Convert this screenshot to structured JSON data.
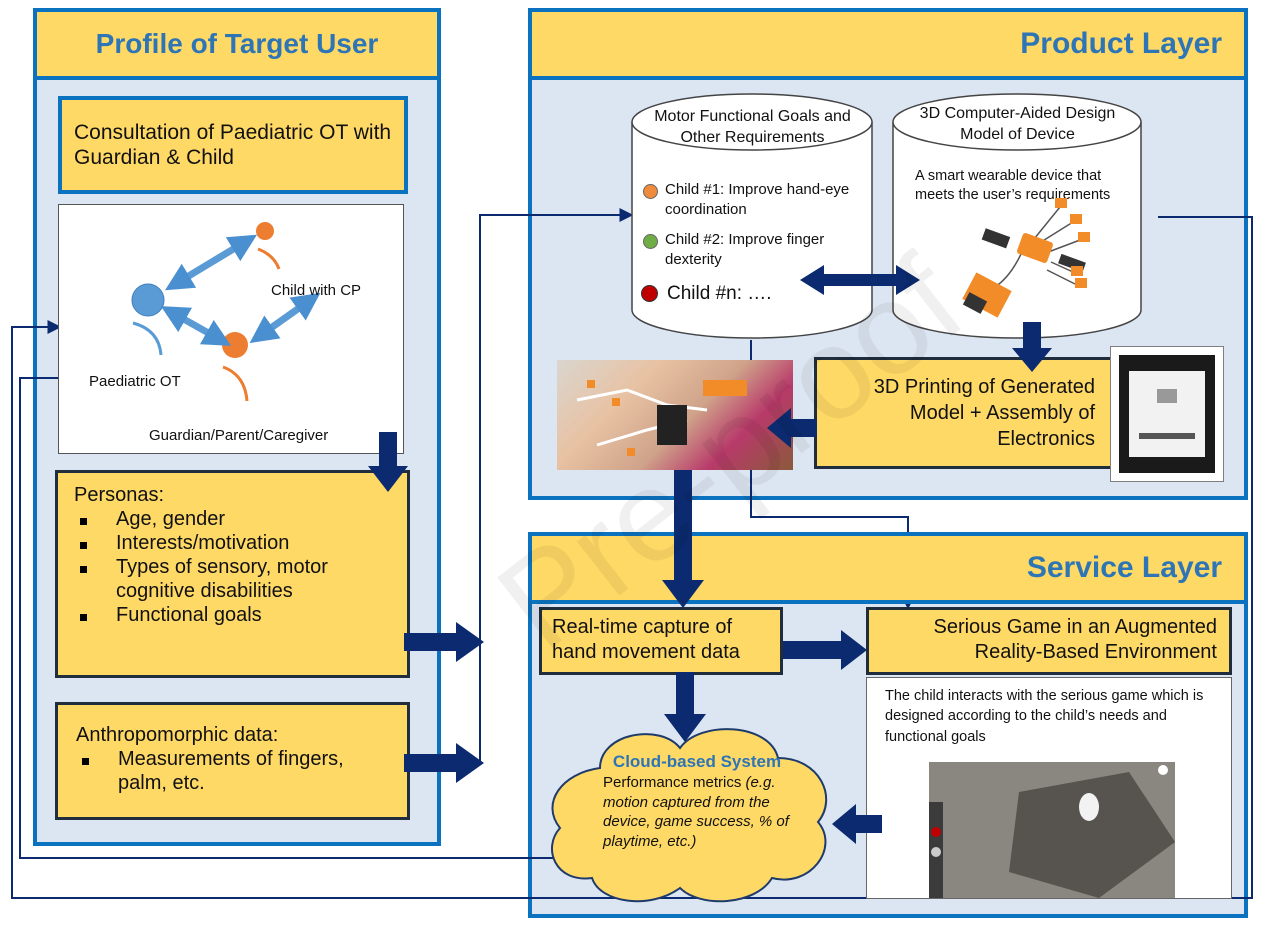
{
  "profile": {
    "header": "Profile of Target User",
    "consultation": "Consultation of Paediatric OT with Guardian & Child",
    "stakeholders": {
      "child": "Child with CP",
      "ot": "Paediatric OT",
      "guardian": "Guardian/Parent/Caregiver"
    },
    "personas": {
      "title": "Personas:",
      "items": [
        "Age, gender",
        "Interests/motivation",
        "Types of sensory, motor cognitive disabilities",
        "Functional goals"
      ]
    },
    "anthropomorphic": {
      "title": "Anthropomorphic data:",
      "items": [
        "Measurements of fingers, palm, etc."
      ]
    }
  },
  "product": {
    "header": "Product Layer",
    "goals": {
      "title": "Motor Functional Goals and Other Requirements",
      "items": [
        {
          "text": "Child #1: Improve hand-eye coordination",
          "color": "#f08a3c"
        },
        {
          "text": "Child #2: Improve finger dexterity",
          "color": "#70ad47"
        },
        {
          "text": "Child #n: ….",
          "color": "#c00000"
        }
      ]
    },
    "cad": {
      "title": "3D Computer-Aided Design Model of Device",
      "desc": "A smart wearable device that meets the user’s requirements"
    },
    "printing": "3D Printing of Generated Model + Assembly of Electronics"
  },
  "service": {
    "header": "Service Layer",
    "capture": "Real-time capture of hand movement data",
    "game": "Serious Game in an Augmented Reality-Based Environment",
    "game_desc": "The child interacts with the serious game which is designed according to  the child’s needs and functional goals",
    "cloud": {
      "title": "Cloud-based System",
      "lead": "Performance metrics ",
      "italic": "(e.g. motion captured from the device, game success, % of playtime, etc.)"
    }
  },
  "watermark": "Pre-proof",
  "colors": {
    "accent_blue": "#0b72bf",
    "panel_fill": "#dce6f2",
    "box_yellow": "#ffd966",
    "arrow_navy": "#0b2a6f",
    "header_text": "#2e75b6"
  }
}
